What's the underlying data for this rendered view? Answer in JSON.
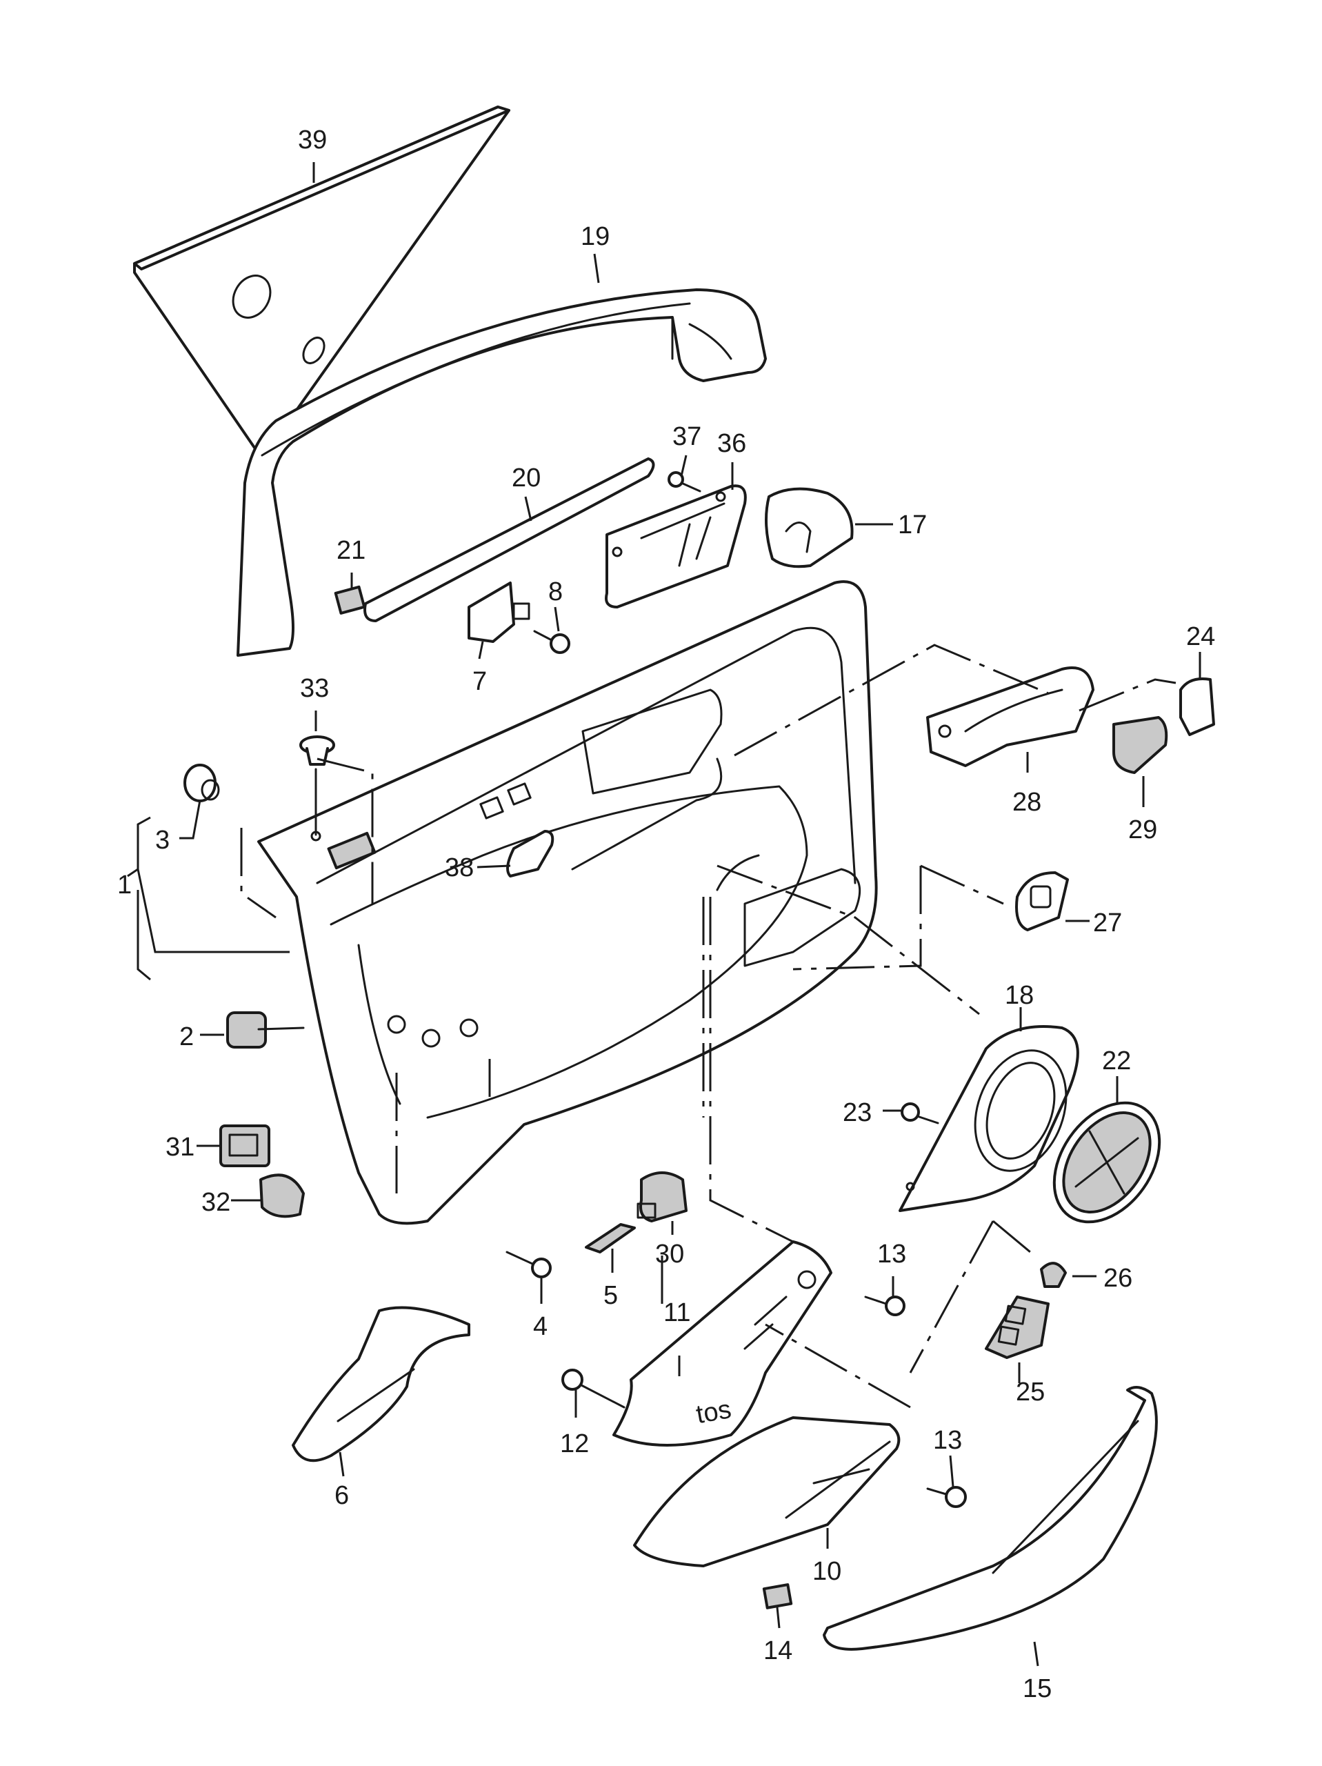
{
  "diagram": {
    "colors": {
      "line": "#1a1a1a",
      "fill": "#ffffff",
      "shade": "#c9c9c9"
    },
    "callouts": {
      "c1": "1",
      "c2": "2",
      "c3": "3",
      "c4": "4",
      "c5": "5",
      "c6": "6",
      "c7": "7",
      "c8": "8",
      "c10": "10",
      "c11": "11",
      "c12": "12",
      "c13a": "13",
      "c13b": "13",
      "c14": "14",
      "c15": "15",
      "c17": "17",
      "c18": "18",
      "c19": "19",
      "c20": "20",
      "c21": "21",
      "c22": "22",
      "c23": "23",
      "c24": "24",
      "c25": "25",
      "c26": "26",
      "c27": "27",
      "c28": "28",
      "c29": "29",
      "c30": "30",
      "c31": "31",
      "c32": "32",
      "c33": "33",
      "c36": "36",
      "c37": "37",
      "c38": "38",
      "c39": "39"
    }
  }
}
